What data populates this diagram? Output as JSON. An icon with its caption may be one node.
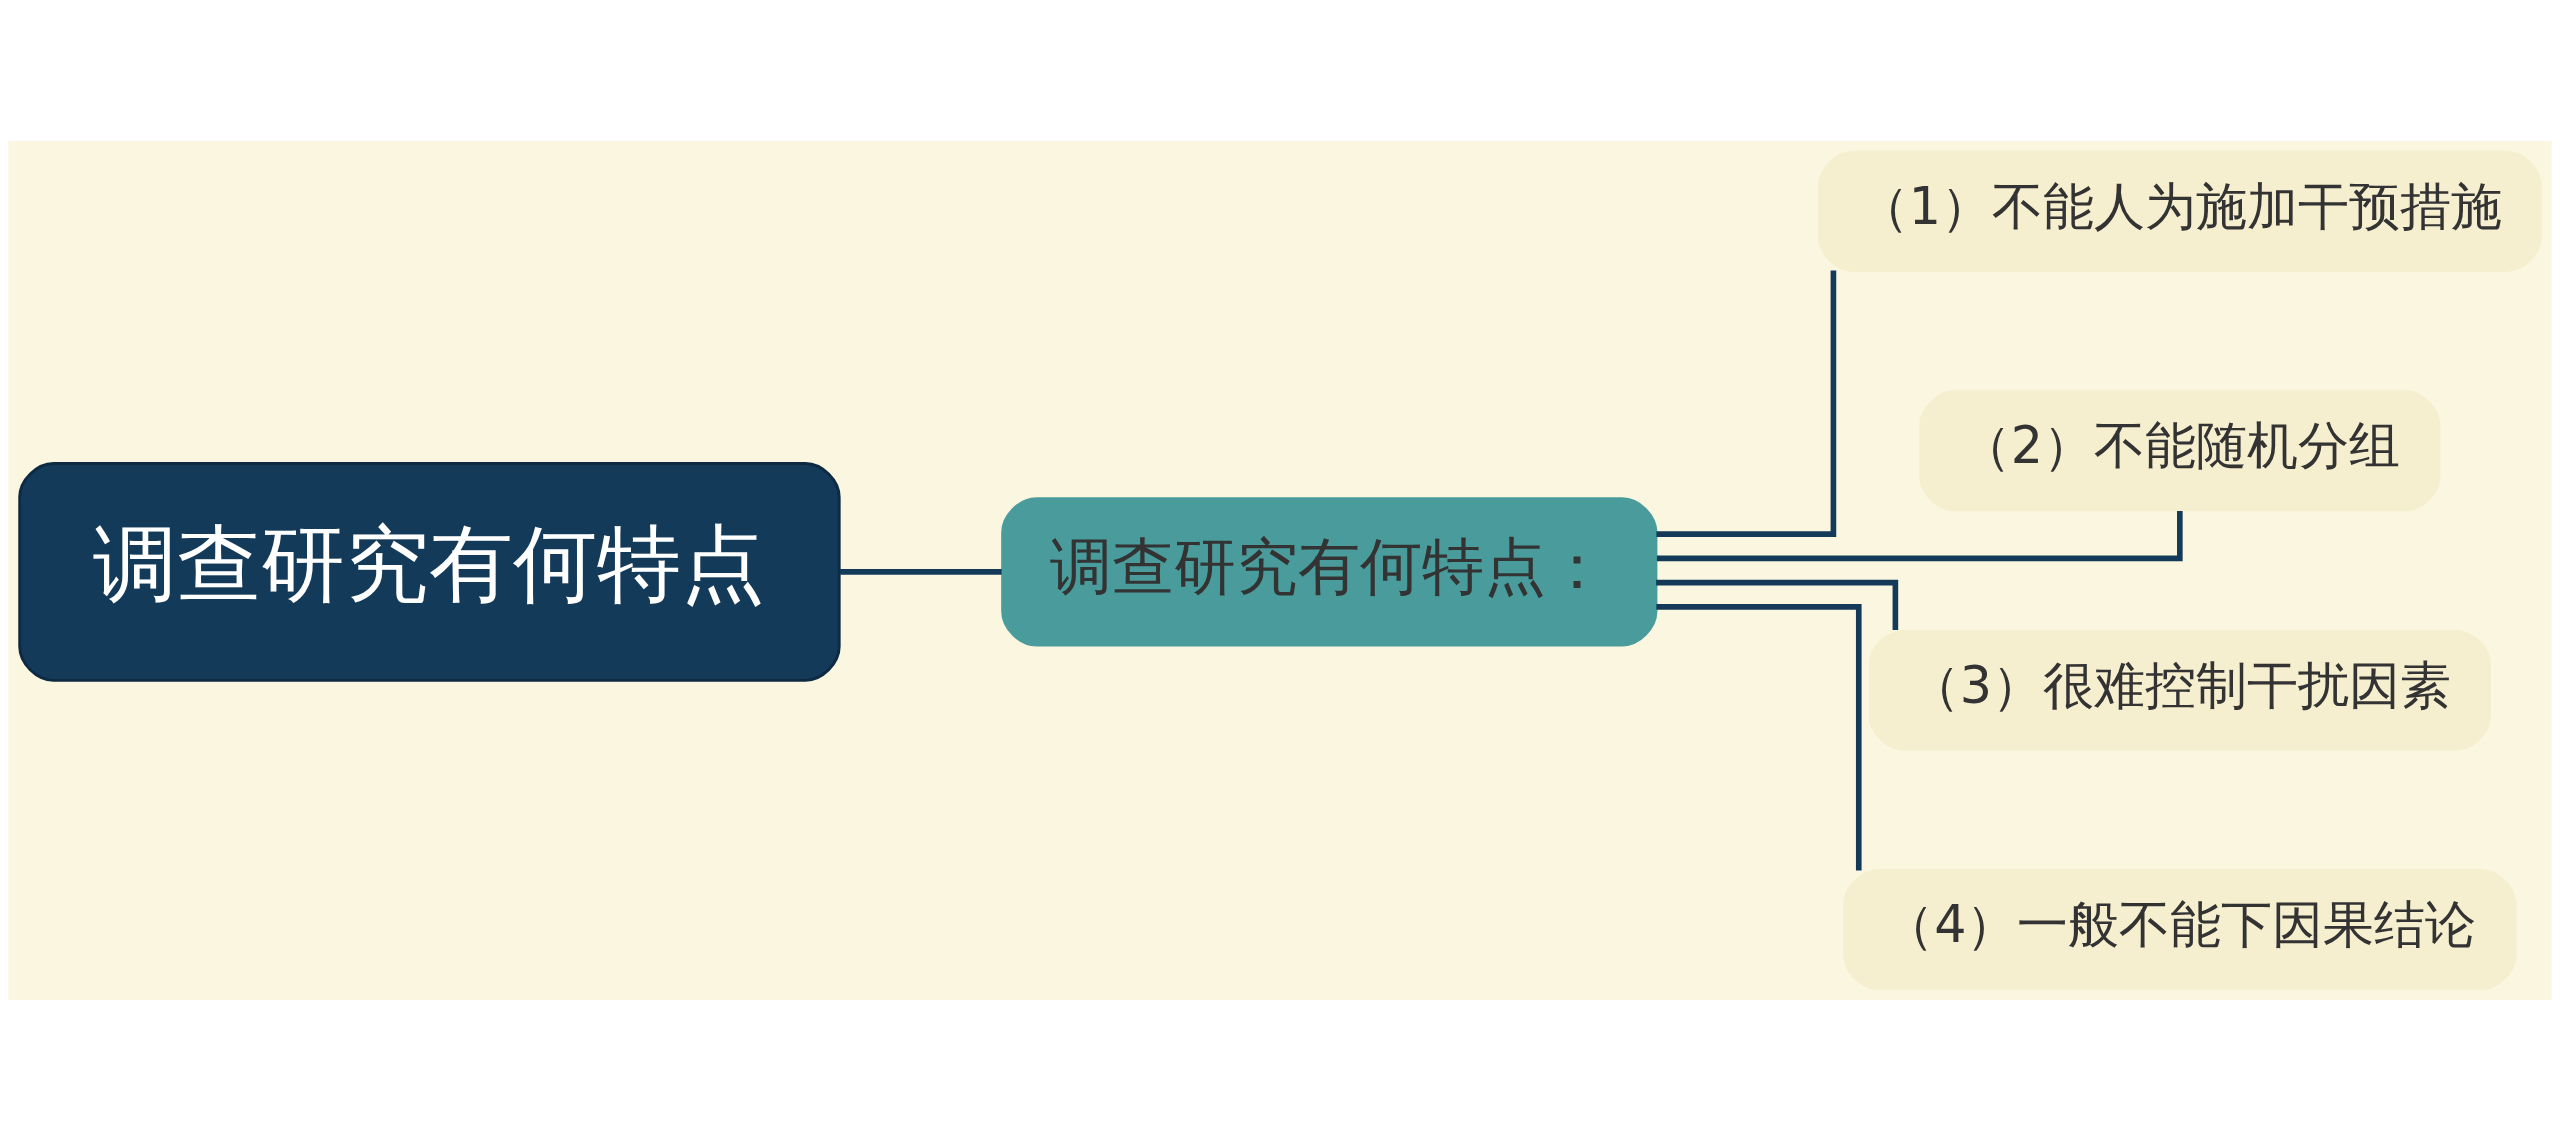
{
  "diagram": {
    "nodes": [
      {
        "text": [
          "调查研究有何特点"
        ]
      },
      {
        "text": [
          "调查研究有何特点："
        ]
      },
      {
        "text": [
          "（1）不能人为施加干预措施"
        ]
      },
      {
        "text": [
          "（2）不能随机分组"
        ]
      },
      {
        "text": [
          "（3）很难控制干扰因素"
        ]
      },
      {
        "text": [
          "（4）一般不能下因果结论"
        ]
      }
    ],
    "edges": [
      {
        "from": 0,
        "to": 1,
        "arrow": "none"
      },
      {
        "from": 1,
        "to": 2,
        "arrow": "none"
      },
      {
        "from": 1,
        "to": 3,
        "arrow": "none"
      },
      {
        "from": 1,
        "to": 4,
        "arrow": "none"
      },
      {
        "from": 1,
        "to": 5,
        "arrow": "none"
      }
    ]
  }
}
